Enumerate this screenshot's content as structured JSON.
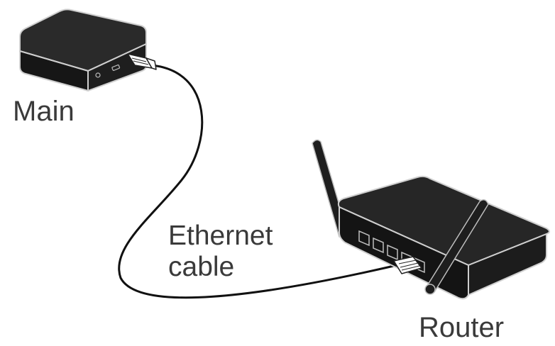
{
  "labels": {
    "main": "Main",
    "cable_line1": "Ethernet",
    "cable_line2": "cable",
    "router": "Router"
  },
  "colors": {
    "device_body": "#1e1e1e",
    "device_top": "#2c2c2c",
    "device_edge": "#b8b8b8",
    "cable": "#111111",
    "connector": "#ffffff",
    "label_text": "#3a3a3a"
  },
  "icons": {
    "main_device": "set-top-box-icon",
    "router_device": "wireless-router-icon",
    "cable": "ethernet-cable-icon"
  }
}
